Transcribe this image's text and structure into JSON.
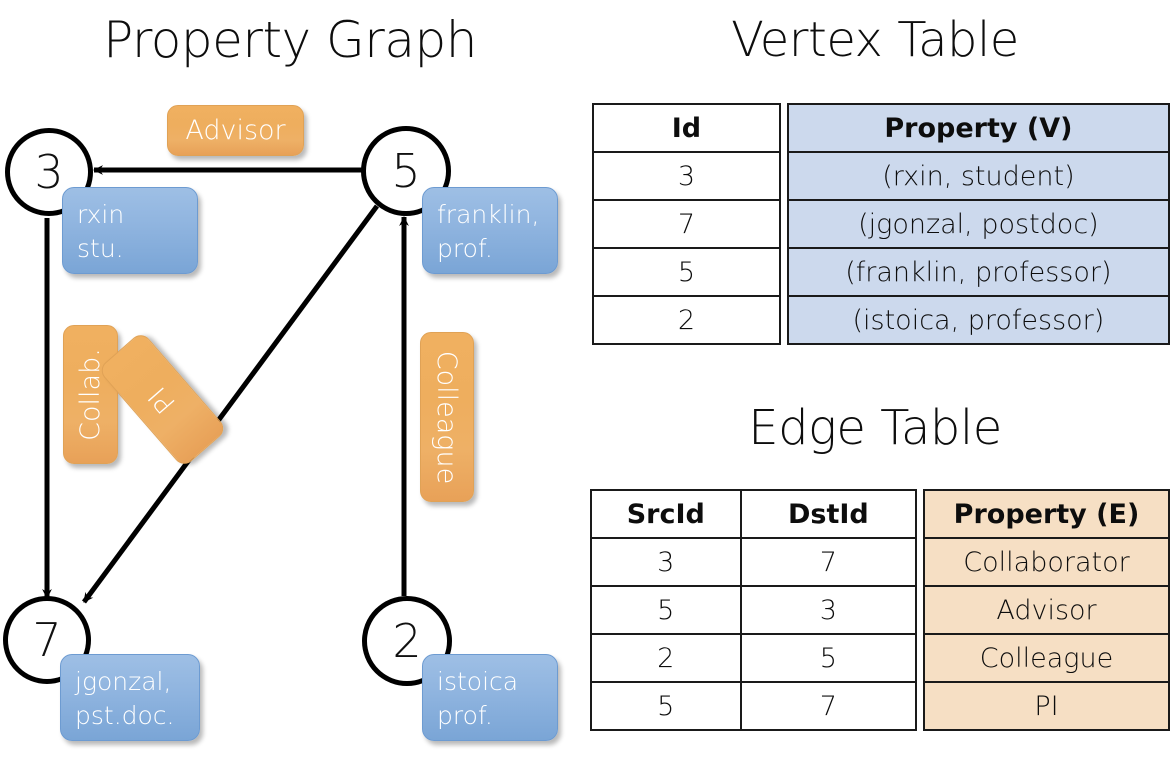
{
  "graph": {
    "title": "Property Graph",
    "nodes": [
      {
        "id": "3",
        "name": "rxin",
        "role": "stu."
      },
      {
        "id": "5",
        "name": "franklin,",
        "role": "prof."
      },
      {
        "id": "7",
        "name": "jgonzal,",
        "role": "pst.doc."
      },
      {
        "id": "2",
        "name": "istoica",
        "role": "prof."
      }
    ],
    "edge_labels": [
      {
        "label": "Advisor",
        "orientation": "horizontal"
      },
      {
        "label": "Collab.",
        "orientation": "vertical-ccw"
      },
      {
        "label": "PI",
        "orientation": "diagonal-ccw"
      },
      {
        "label": "Colleague",
        "orientation": "vertical-cw"
      }
    ]
  },
  "vertex_table": {
    "title": "Vertex Table",
    "headers": [
      "Id",
      "Property (V)"
    ],
    "rows": [
      {
        "id": "3",
        "property": "(rxin, student)"
      },
      {
        "id": "7",
        "property": "(jgonzal, postdoc)"
      },
      {
        "id": "5",
        "property": "(franklin, professor)"
      },
      {
        "id": "2",
        "property": "(istoica, professor)"
      }
    ]
  },
  "edge_table": {
    "title": "Edge Table",
    "headers": [
      "SrcId",
      "DstId",
      "Property (E)"
    ],
    "rows": [
      {
        "src": "3",
        "dst": "7",
        "property": "Collaborator"
      },
      {
        "src": "5",
        "dst": "3",
        "property": "Advisor"
      },
      {
        "src": "2",
        "dst": "5",
        "property": "Colleague"
      },
      {
        "src": "5",
        "dst": "7",
        "property": "PI"
      }
    ]
  },
  "colors": {
    "vertex_box": "#8fb4df",
    "edge_box": "#eeae5e",
    "vertex_cell": "#ccd9ed",
    "edge_cell": "#f6dfc4",
    "stroke": "#000000"
  }
}
